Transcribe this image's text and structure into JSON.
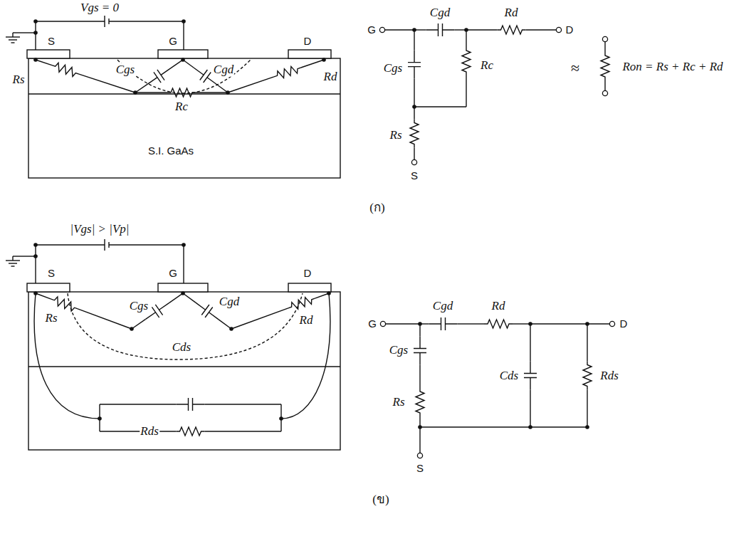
{
  "diagram": {
    "labels": [
      "Vgs = 0",
      "S",
      "G",
      "D",
      "Rs",
      "Cgs",
      "Cgd",
      "Rc",
      "Rd",
      "S.I. GaAs",
      "G",
      "Cgd",
      "Rd",
      "D",
      "Cgs",
      "Rc",
      "Rs",
      "S",
      "≈",
      "Ron = Rs + Rc + Rd",
      "(ก)",
      "|Vgs| > |Vp|",
      "S",
      "G",
      "D",
      "Rs",
      "Cgs",
      "Cds",
      "Cgd",
      "Rd",
      "Rds",
      "G",
      "Cgd",
      "Rd",
      "D",
      "Cgs",
      "Rs",
      "Cds",
      "Rds",
      "S",
      "(ข)"
    ]
  }
}
